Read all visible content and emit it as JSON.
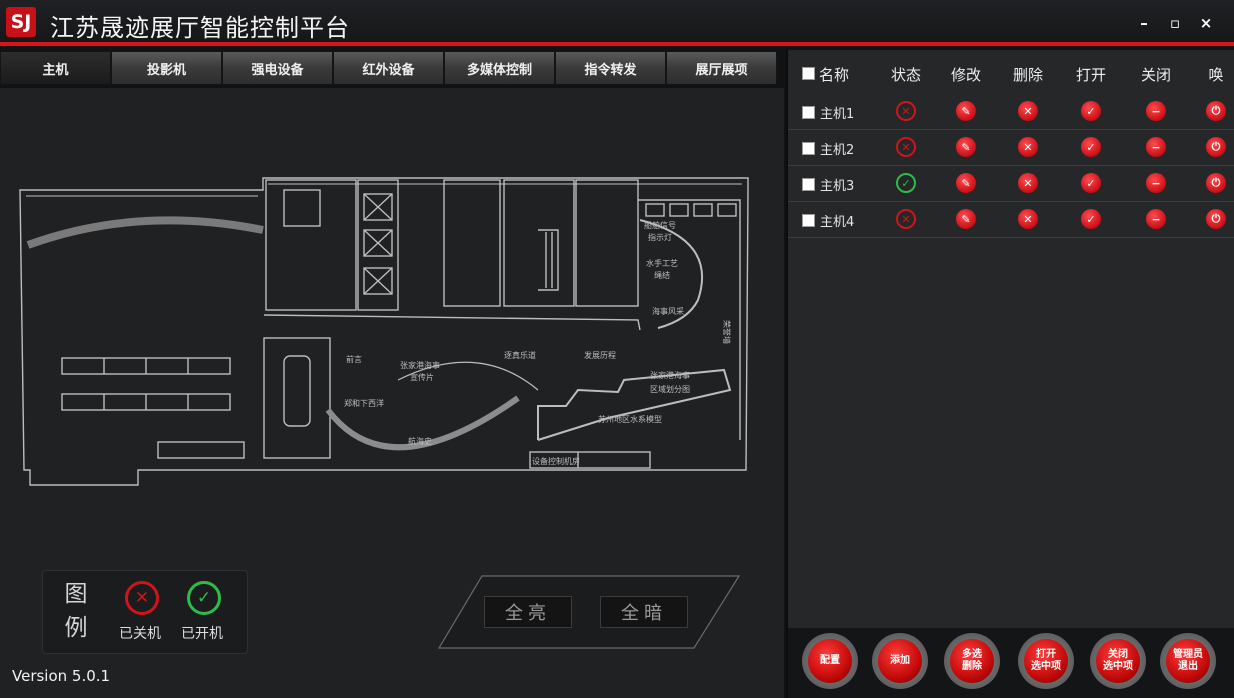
{
  "app": {
    "logo": "SJ",
    "title": "江苏晟迹展厅智能控制平台"
  },
  "window": {
    "minimize": "–",
    "restore": "▫",
    "close": "×"
  },
  "tabs": [
    {
      "label": "主机",
      "active": true
    },
    {
      "label": "投影机"
    },
    {
      "label": "强电设备"
    },
    {
      "label": "红外设备"
    },
    {
      "label": "多媒体控制"
    },
    {
      "label": "指令转发"
    },
    {
      "label": "展厅展项"
    }
  ],
  "floorplan": {
    "labels": [
      "船舶信号指示灯",
      "水手工艺绳结",
      "海事风采",
      "张家港海事宣传片",
      "逐真乐道",
      "发展历程",
      "荣誉墙",
      "前言",
      "郑和下西洋",
      "航海史",
      "张家港海事区域划分图",
      "苏州地区水系模型",
      "设备控制机房"
    ]
  },
  "legend": {
    "title_top": "图",
    "title_bottom": "例",
    "off": {
      "label": "已关机",
      "icon": "x-circle-icon"
    },
    "on": {
      "label": "已开机",
      "icon": "check-circle-icon"
    }
  },
  "controls": {
    "all_on": "全亮",
    "all_off": "全暗"
  },
  "version": "Version 5.0.1",
  "list": {
    "columns": [
      "名称",
      "状态",
      "修改",
      "删除",
      "打开",
      "关闭",
      "唤"
    ],
    "rows": [
      {
        "name": "主机1",
        "status": "off"
      },
      {
        "name": "主机2",
        "status": "off"
      },
      {
        "name": "主机3",
        "status": "on"
      },
      {
        "name": "主机4",
        "status": "off"
      }
    ]
  },
  "actions": [
    "配置",
    "添加",
    "多选\n删除",
    "打开\n选中项",
    "关闭\n选中项",
    "管理员\n退出"
  ],
  "colors": {
    "accent": "#d8141a",
    "on": "#2fbb49",
    "off": "#d0141b"
  }
}
